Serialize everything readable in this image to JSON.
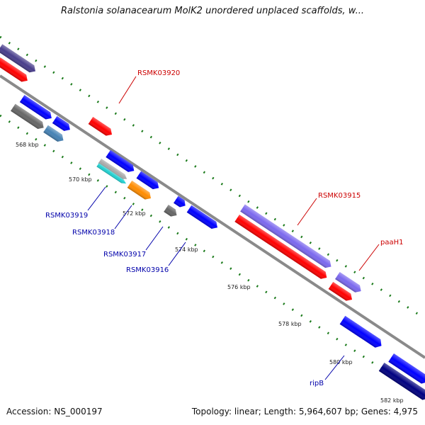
{
  "title": "Ralstonia solanacearum MolK2 unordered unplaced scaffolds, w...",
  "footer": {
    "accession": "Accession: NS_000197",
    "stats": "Topology: linear; Length: 5,964,607 bp; Genes: 4,975"
  },
  "ticks": [
    "568 kbp",
    "570 kbp",
    "572 kbp",
    "574 kbp",
    "576 kbp",
    "578 kbp",
    "580 kbp",
    "582 kbp"
  ],
  "labels": {
    "RSMK03920": "RSMK03920",
    "RSMK03915": "RSMK03915",
    "paaH1": "paaH1",
    "RSMK03919": "RSMK03919",
    "RSMK03918": "RSMK03918",
    "RSMK03917": "RSMK03917",
    "RSMK03916": "RSMK03916",
    "ripB": "ripB"
  },
  "colors": {
    "red": "#ff0000",
    "blue": "#0000ff",
    "purple": "#7b68ee",
    "dark_purple": "#483d8b",
    "navy": "#000080",
    "gray": "#666666",
    "light_gray": "#aaaaaa",
    "cyan": "#20d0d0",
    "orange": "#ff8c00",
    "steel_blue": "#4682b4",
    "tick_green": "#1a7a1a",
    "backbone": "#8a8a8a",
    "label_red": "#cc0000",
    "label_blue": "#0000aa"
  }
}
